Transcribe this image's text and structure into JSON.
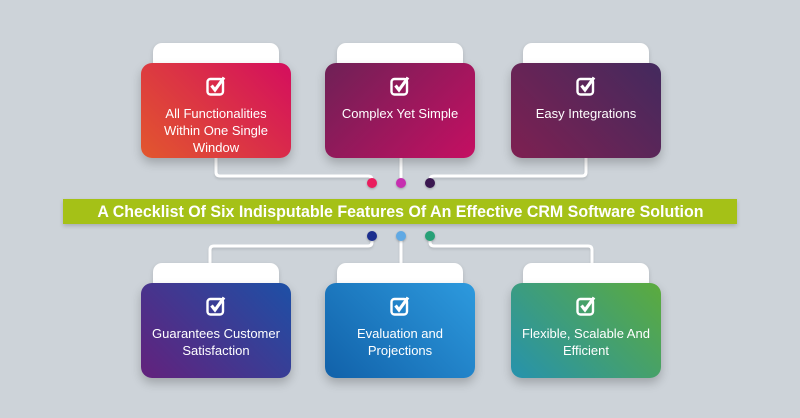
{
  "background_color": "#cdd3d9",
  "banner": {
    "text": "A Checklist Of Six Indisputable Features Of An Effective CRM Software Solution",
    "bg_color": "#a5c117",
    "text_color": "#ffffff"
  },
  "connector_color": "#ffffff",
  "card_icon": "checkbox-checked-icon",
  "cards": {
    "top": [
      {
        "label": "All Functionalities Within One Single Window",
        "gradient": {
          "angle": "45deg",
          "from": "#e2572d",
          "to": "#d40e5e"
        },
        "dot_color": "#ea1d5e"
      },
      {
        "label": "Complex Yet Simple",
        "gradient": {
          "angle": "135deg",
          "from": "#6e2156",
          "to": "#c50f62"
        },
        "dot_color": "#c62fb0"
      },
      {
        "label": "Easy Integrations",
        "gradient": {
          "angle": "45deg",
          "from": "#7e2051",
          "to": "#432a5e"
        },
        "dot_color": "#3a1750"
      }
    ],
    "bottom": [
      {
        "label": "Guarantees Customer Satisfaction",
        "gradient": {
          "angle": "45deg",
          "from": "#63217c",
          "to": "#1d50a6"
        },
        "dot_color": "#1b2e8e"
      },
      {
        "label": "Evaluation and Projections",
        "gradient": {
          "angle": "45deg",
          "from": "#1161a9",
          "to": "#2d9ade"
        },
        "dot_color": "#60a9e4"
      },
      {
        "label": "Flexible, Scalable And Efficient",
        "gradient": {
          "angle": "45deg",
          "from": "#2692ad",
          "to": "#5cab3d"
        },
        "dot_color": "#27a077"
      }
    ]
  }
}
